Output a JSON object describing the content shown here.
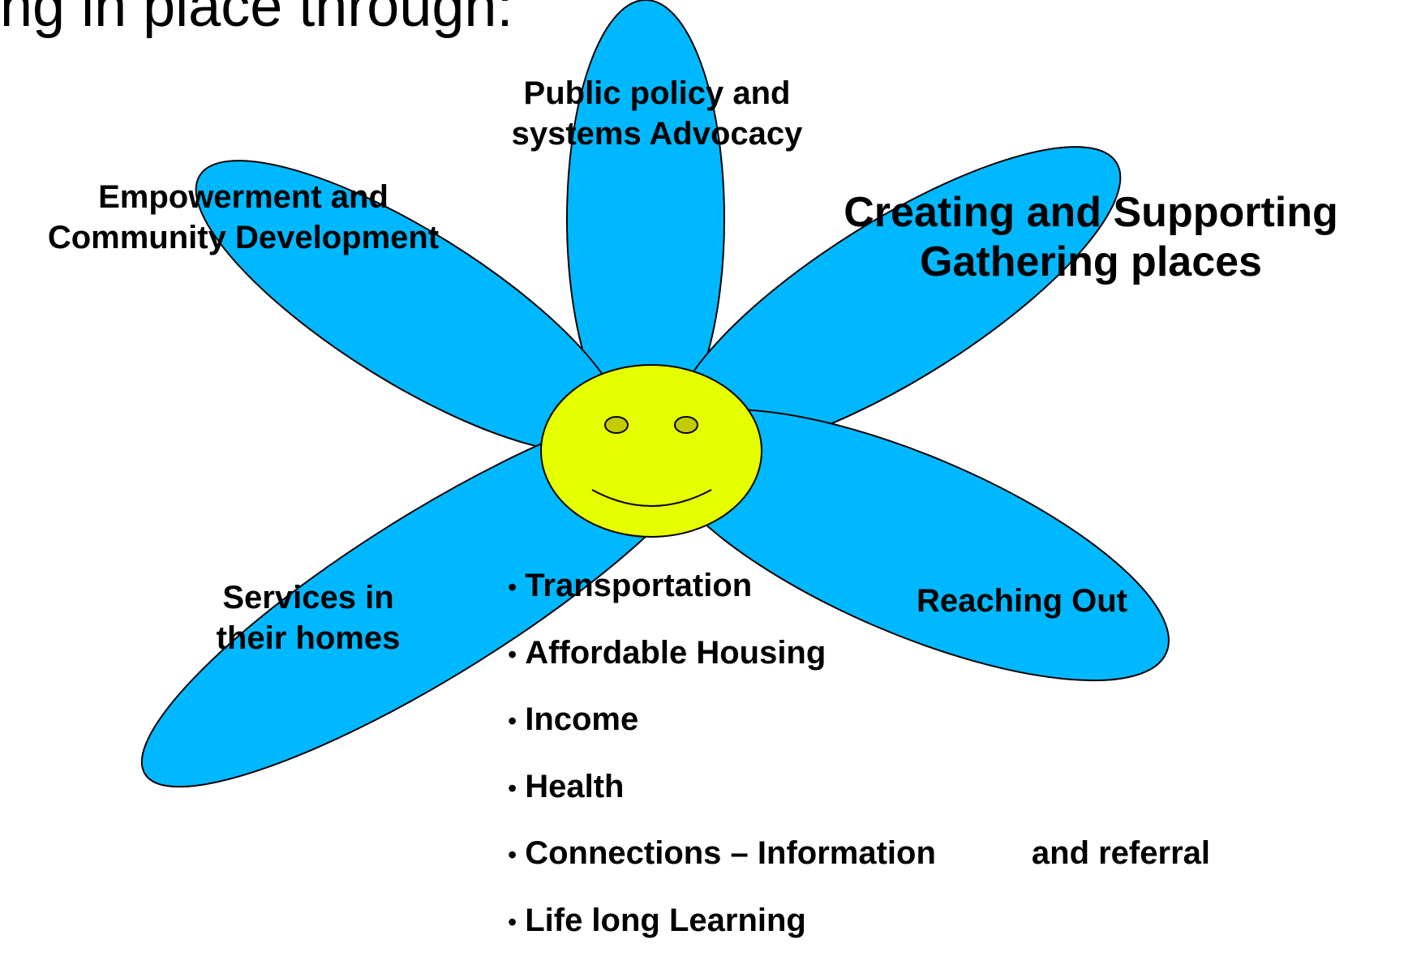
{
  "heading": "ng in place through:",
  "petals": {
    "top": "Public policy and systems Advocacy",
    "top_left": "Empowerment and Community Development",
    "top_right": "Creating and Supporting Gathering places",
    "bottom_left": "Services in their homes",
    "bottom_right": "Reaching Out"
  },
  "labels": {
    "public_line1": "Public policy and",
    "public_line2": "systems Advocacy",
    "empower_line1": "Empowerment and",
    "empower_line2": "Community Development",
    "gathering_line1": "Creating and Supporting",
    "gathering_line2": "Gathering places",
    "services_line1": "Services in",
    "services_line2": "their homes",
    "reaching": "Reaching Out"
  },
  "bullet_marker": "•",
  "bullets": [
    "Transportation",
    "Affordable Housing",
    "Income",
    "Health",
    "Connections – Information",
    "Life long Learning"
  ],
  "bullet_tail": "and referral",
  "center": "smiley-face",
  "colors": {
    "petal": "#00B8FF",
    "center": "#E5FF00",
    "outline": "#000000",
    "background": "#FFFFFF"
  }
}
